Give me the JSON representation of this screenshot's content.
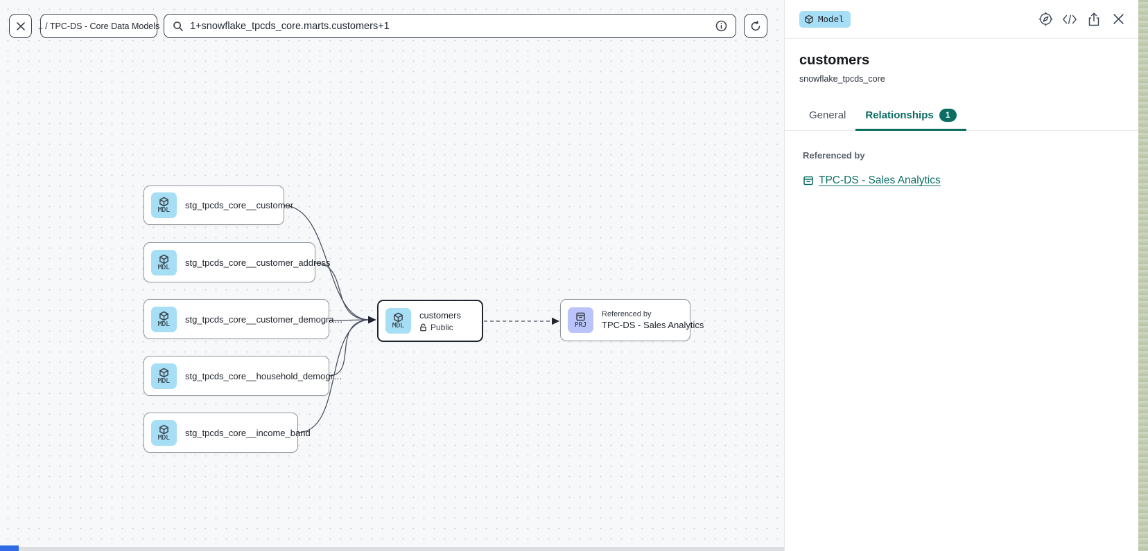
{
  "toolbar": {
    "breadcrumb": ".. / TPC-DS - Core Data Models",
    "search_value": "1+snowflake_tpcds_core.marts.customers+1"
  },
  "panel": {
    "type_badge": "Model",
    "title": "customers",
    "subtitle": "snowflake_tpcds_core",
    "tabs": [
      {
        "label": "General"
      },
      {
        "label": "Relationships",
        "badge": "1"
      }
    ],
    "section_label": "Referenced by",
    "reference_link": "TPC-DS - Sales Analytics"
  },
  "canvas": {
    "nodes": [
      {
        "badge": "MDL",
        "label": "stg_tpcds_core__customer"
      },
      {
        "badge": "MDL",
        "label": "stg_tpcds_core__customer_address"
      },
      {
        "badge": "MDL",
        "label": "stg_tpcds_core__customer_demogra…"
      },
      {
        "badge": "MDL",
        "label": "stg_tpcds_core__household_demogr…"
      },
      {
        "badge": "MDL",
        "label": "stg_tpcds_core__income_band"
      },
      {
        "badge": "MDL",
        "label": "customers",
        "sublabel": "Public"
      },
      {
        "badge": "PRJ",
        "kicker": "Referenced by",
        "label": "TPC-DS - Sales Analytics"
      }
    ]
  },
  "colors": {
    "accent_teal": "#0c6e62",
    "model_badge_blue": "#a6def6",
    "project_badge_purple": "#bac4fa"
  }
}
